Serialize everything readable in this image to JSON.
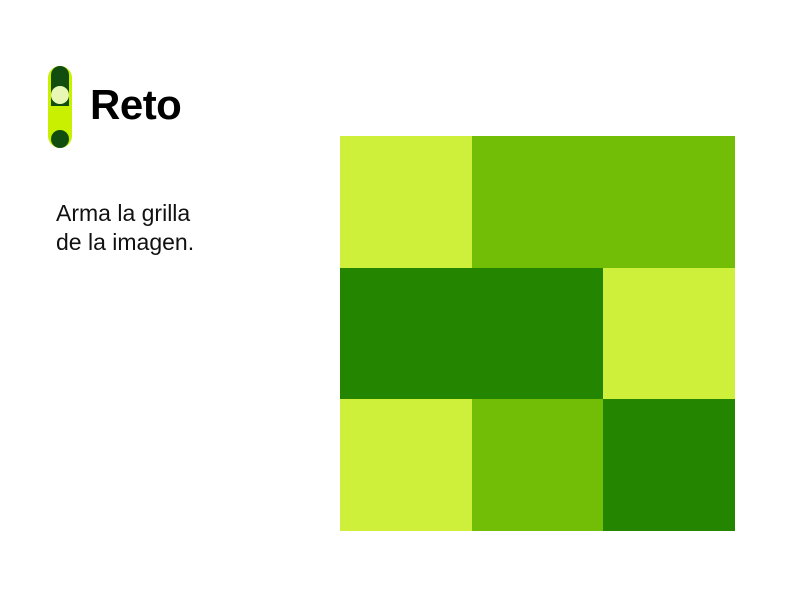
{
  "header": {
    "title": "Reto"
  },
  "instructions": {
    "line1": "Arma la grilla",
    "line2": "de la imagen."
  },
  "colors": {
    "light_green": "#cff03a",
    "medium_green": "#72bd05",
    "dark_green": "#248600",
    "logo_dark": "#114d0e",
    "logo_lime": "#c8f000"
  },
  "grid": {
    "columns": 3,
    "rows": 3,
    "cells": [
      {
        "col_start": 1,
        "col_span": 1,
        "row": 1,
        "color": "#cff03a"
      },
      {
        "col_start": 2,
        "col_span": 2,
        "row": 1,
        "color": "#72bd05"
      },
      {
        "col_start": 1,
        "col_span": 2,
        "row": 2,
        "color": "#248600"
      },
      {
        "col_start": 3,
        "col_span": 1,
        "row": 2,
        "color": "#cff03a"
      },
      {
        "col_start": 1,
        "col_span": 1,
        "row": 3,
        "color": "#cff03a"
      },
      {
        "col_start": 2,
        "col_span": 1,
        "row": 3,
        "color": "#72bd05"
      },
      {
        "col_start": 3,
        "col_span": 1,
        "row": 3,
        "color": "#248600"
      }
    ]
  }
}
